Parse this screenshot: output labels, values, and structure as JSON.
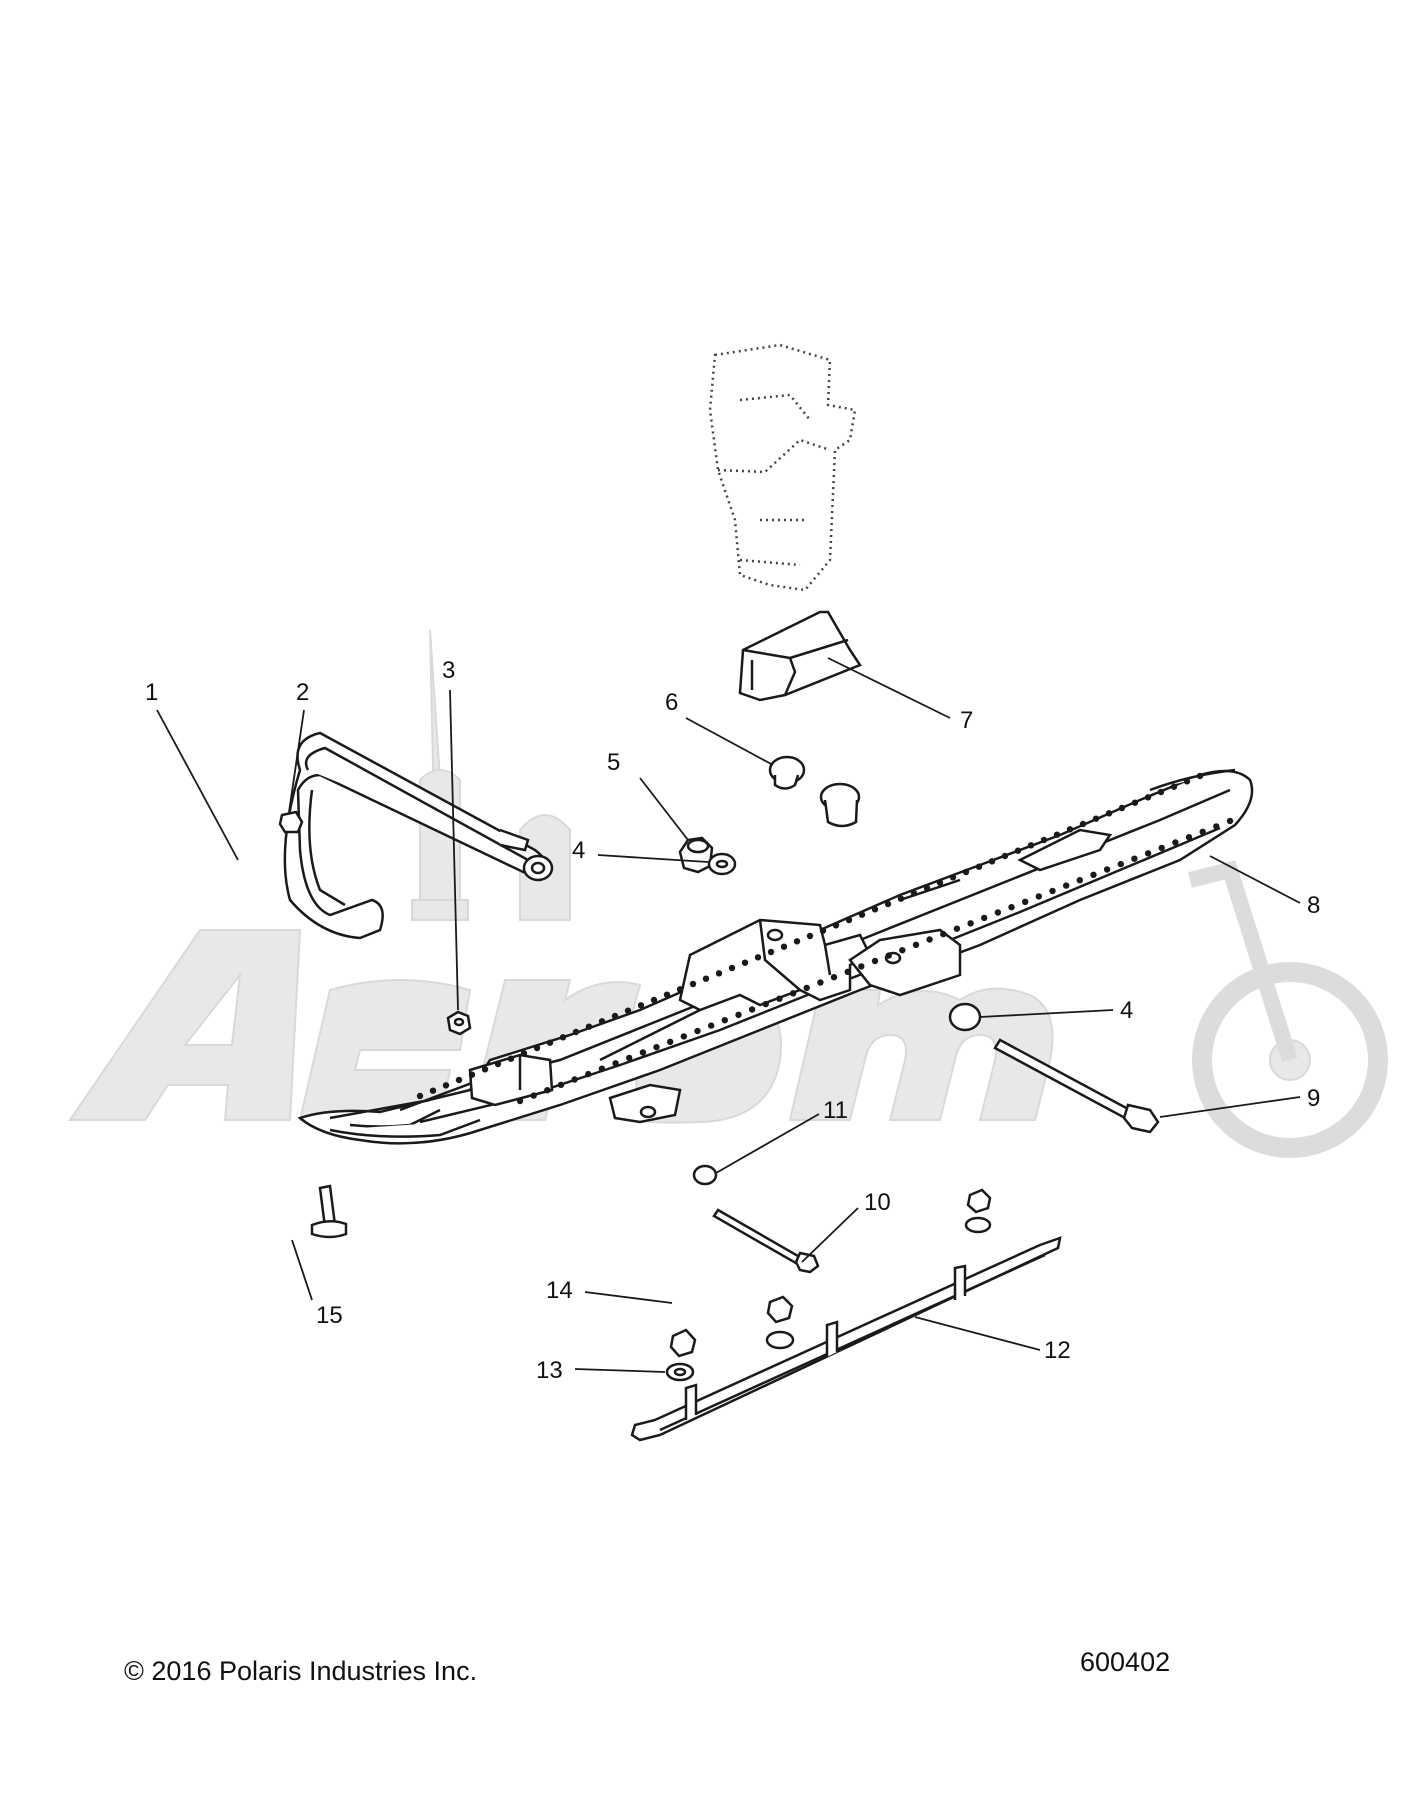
{
  "footer": {
    "copyright": "© 2016 Polaris Industries Inc.",
    "figure_id": "600402"
  },
  "watermark": {
    "icon": "aeromoto-logo-watermark",
    "color": "#e6e6e6"
  },
  "colors": {
    "line": "#1a1a1a",
    "phantom": "#555555",
    "part_fill": "#ffffff"
  },
  "callouts": [
    {
      "id": "1",
      "label": "1"
    },
    {
      "id": "2",
      "label": "2"
    },
    {
      "id": "3",
      "label": "3"
    },
    {
      "id": "4a",
      "label": "4"
    },
    {
      "id": "4b",
      "label": "4"
    },
    {
      "id": "5",
      "label": "5"
    },
    {
      "id": "6",
      "label": "6"
    },
    {
      "id": "7",
      "label": "7"
    },
    {
      "id": "8",
      "label": "8"
    },
    {
      "id": "9",
      "label": "9"
    },
    {
      "id": "10",
      "label": "10"
    },
    {
      "id": "11",
      "label": "11"
    },
    {
      "id": "12",
      "label": "12"
    },
    {
      "id": "13",
      "label": "13"
    },
    {
      "id": "14",
      "label": "14"
    },
    {
      "id": "15",
      "label": "15"
    }
  ]
}
